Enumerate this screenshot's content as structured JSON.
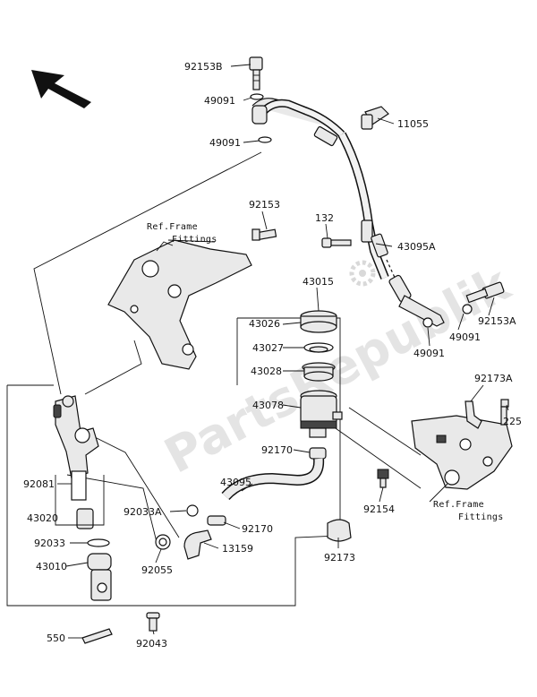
{
  "watermark": "PartsRepublik",
  "ref_labels": [
    {
      "line1": "Ref.Frame",
      "line2": "Fittings"
    },
    {
      "line1": "Ref.Frame",
      "line2": "Fittings"
    }
  ],
  "part_numbers": {
    "p92153B": "92153B",
    "p49091a": "49091",
    "p49091b": "49091",
    "p11055": "11055",
    "p92153": "92153",
    "p132": "132",
    "p43095A": "43095A",
    "p43015": "43015",
    "p43026": "43026",
    "p43027": "43027",
    "p43028": "43028",
    "p92153A": "92153A",
    "p49091c": "49091",
    "p49091d": "49091",
    "p43078": "43078",
    "p92173A": "92173A",
    "p225": "225",
    "p92170a": "92170",
    "p43095": "43095",
    "p92154": "92154",
    "p92081": "92081",
    "p43020": "43020",
    "p92033A": "92033A",
    "p92170b": "92170",
    "p13159": "13159",
    "p92033": "92033",
    "p92055": "92055",
    "p92173": "92173",
    "p43010": "43010",
    "p550": "550",
    "p92043": "92043"
  },
  "icons": {
    "direction_arrow": "front-direction-arrow-icon",
    "gear_watermark": "gear-icon"
  }
}
